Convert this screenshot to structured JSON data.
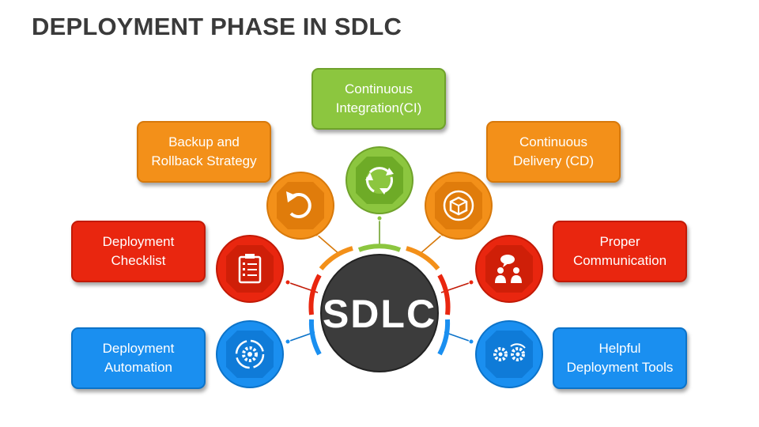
{
  "title": "DEPLOYMENT PHASE IN SDLC",
  "center_label": "SDLC",
  "colors": {
    "green": "#8cc63f",
    "orange": "#f39019",
    "red": "#e9260f",
    "blue": "#1a8ff0",
    "center": "#3c3c3c"
  },
  "items": [
    {
      "label": "Continuous\nIntegration(CI)",
      "color": "green",
      "icon": "refresh-cycle-icon"
    },
    {
      "label": "Backup and\nRollback Strategy",
      "color": "orange",
      "icon": "undo-arrow-icon"
    },
    {
      "label": "Continuous\nDelivery (CD)",
      "color": "orange",
      "icon": "delivery-box-cycle-icon"
    },
    {
      "label": "Deployment\nChecklist",
      "color": "red",
      "icon": "clipboard-checklist-icon"
    },
    {
      "label": "Proper\nCommunication",
      "color": "red",
      "icon": "people-chat-icon"
    },
    {
      "label": "Deployment\nAutomation",
      "color": "blue",
      "icon": "gear-cycle-icon"
    },
    {
      "label": "Helpful\nDeployment Tools",
      "color": "blue",
      "icon": "gears-icon"
    }
  ]
}
